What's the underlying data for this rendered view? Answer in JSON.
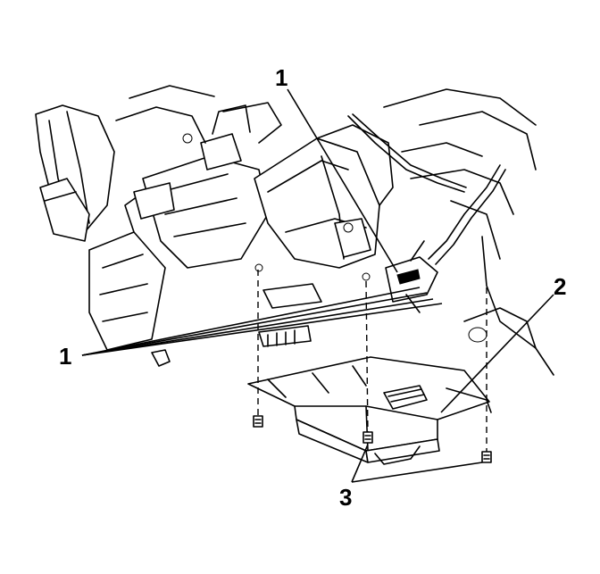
{
  "callouts": {
    "top": "1",
    "left": "1",
    "right": "2",
    "bottom": "3"
  }
}
